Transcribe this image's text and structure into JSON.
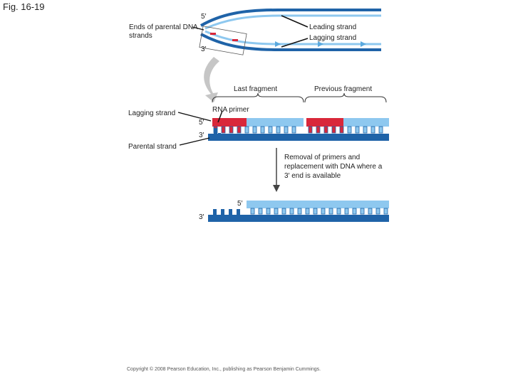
{
  "figure_label": "Fig. 16-19",
  "top_panel": {
    "five_prime": "5′",
    "three_prime": "3′",
    "ends_label": "Ends of parental DNA strands",
    "leading_label": "Leading strand",
    "lagging_label": "Lagging strand"
  },
  "middle_panel": {
    "last_fragment": "Last fragment",
    "previous_fragment": "Previous fragment",
    "rna_primer": "RNA primer",
    "lagging_strand": "Lagging strand",
    "five_prime": "5′",
    "three_prime": "3′",
    "parental_strand": "Parental strand"
  },
  "removal_text": "Removal of primers and replacement with DNA where a 3′ end is available",
  "bottom_panel": {
    "five_prime": "5′",
    "three_prime": "3′"
  },
  "copyright": "Copyright © 2008 Pearson Education, Inc., publishing as Pearson Benjamin Cummings.",
  "colors": {
    "dark_blue": "#1f63a8",
    "light_blue": "#8ec8ef",
    "primer_red": "#d9273a",
    "arrow_gray": "#c6c6c6"
  }
}
